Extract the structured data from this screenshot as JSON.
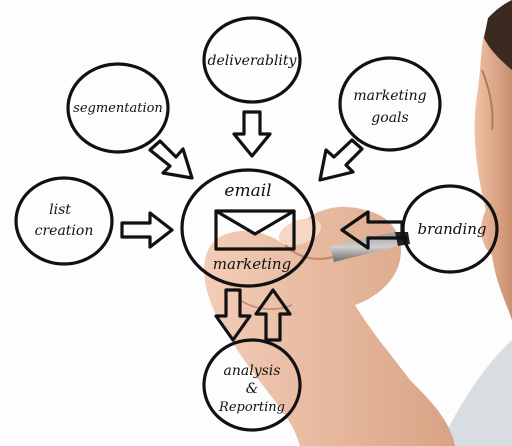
{
  "diagram": {
    "center": {
      "line1": "email",
      "line2": "marketing"
    },
    "nodes": {
      "deliverability": "deliverablity",
      "segmentation": "segmentation",
      "marketing_goals": {
        "line1": "marketing",
        "line2": "goals"
      },
      "list_creation": {
        "line1": "list",
        "line2": "creation"
      },
      "branding": "branding",
      "analysis": {
        "line1": "analysis",
        "line2": "&",
        "line3": "Reporting"
      }
    }
  },
  "colors": {
    "ink": "#111111",
    "skin": "#e8b9a0",
    "background": "#fdfdfd",
    "pen": "#555555"
  }
}
